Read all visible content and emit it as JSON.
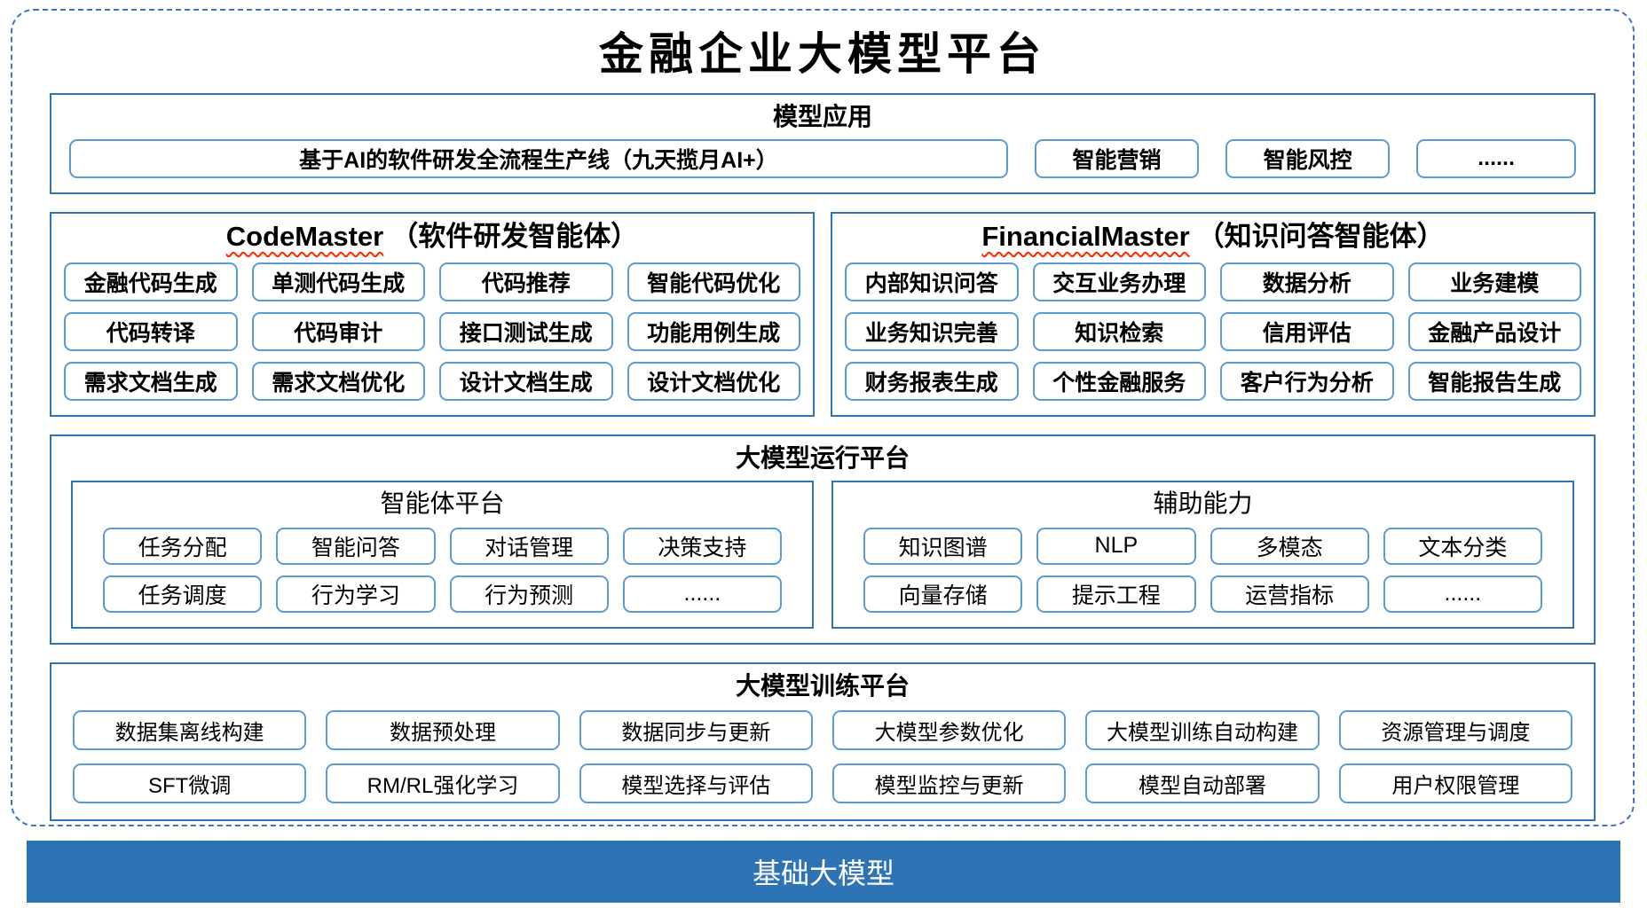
{
  "title": "金融企业大模型平台",
  "colors": {
    "frame_dash": "#4472C4",
    "section_border": "#2E75B6",
    "item_border": "#5B9BD5",
    "foundation_bg": "#2E74B5",
    "squiggle_underline": "#FF2600",
    "text": "#000000"
  },
  "applications": {
    "title": "模型应用",
    "items": [
      "基于AI的软件研发全流程生产线（九天揽月AI+）",
      "智能营销",
      "智能风控",
      "......"
    ]
  },
  "code_master": {
    "name": "CodeMaster",
    "subtitle": "（软件研发智能体）",
    "items": [
      "金融代码生成",
      "单测代码生成",
      "代码推荐",
      "智能代码优化",
      "代码转译",
      "代码审计",
      "接口测试生成",
      "功能用例生成",
      "需求文档生成",
      "需求文档优化",
      "设计文档生成",
      "设计文档优化"
    ]
  },
  "financial_master": {
    "name": "FinancialMaster",
    "subtitle": "（知识问答智能体）",
    "items": [
      "内部知识问答",
      "交互业务办理",
      "数据分析",
      "业务建模",
      "业务知识完善",
      "知识检索",
      "信用评估",
      "金融产品设计",
      "财务报表生成",
      "个性金融服务",
      "客户行为分析",
      "智能报告生成"
    ]
  },
  "runtime": {
    "title": "大模型运行平台",
    "agent_platform": {
      "title": "智能体平台",
      "items": [
        "任务分配",
        "智能问答",
        "对话管理",
        "决策支持",
        "任务调度",
        "行为学习",
        "行为预测",
        "......"
      ]
    },
    "auxiliary": {
      "title": "辅助能力",
      "items": [
        "知识图谱",
        "NLP",
        "多模态",
        "文本分类",
        "向量存储",
        "提示工程",
        "运营指标",
        "......"
      ]
    }
  },
  "training": {
    "title": "大模型训练平台",
    "items": [
      "数据集离线构建",
      "数据预处理",
      "数据同步与更新",
      "大模型参数优化",
      "大模型训练自动构建",
      "资源管理与调度",
      "SFT微调",
      "RM/RL强化学习",
      "模型选择与评估",
      "模型监控与更新",
      "模型自动部署",
      "用户权限管理"
    ]
  },
  "foundation": {
    "title": "基础大模型"
  }
}
